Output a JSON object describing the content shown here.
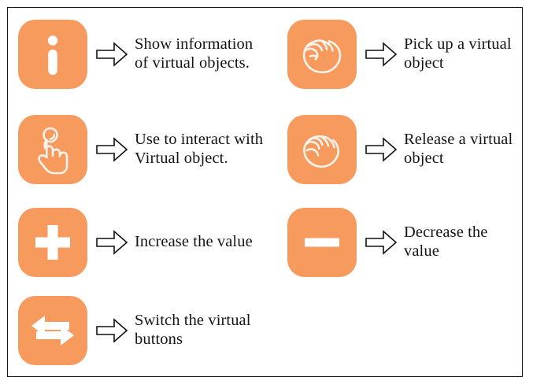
{
  "figure": {
    "kind": "icon-legend",
    "border_color": "#17171a",
    "background": "#ffffff",
    "tile_color": "#f79a5d",
    "glyph_color": "#ffffff",
    "text_color": "#151515",
    "arrow_glyph": "right-block-arrow-outline"
  },
  "entries": [
    {
      "id": "info",
      "icon_name": "information-icon",
      "glyph": "i",
      "arrow": "⇨",
      "caption": "Show information of virtual objects."
    },
    {
      "id": "pickup",
      "icon_name": "grab-hand-icon",
      "glyph": "closed-hand",
      "arrow": "⇨",
      "caption": "Pick up a virtual object"
    },
    {
      "id": "touch",
      "icon_name": "tap-pointing-hand-icon",
      "glyph": "pointing-hand-tap",
      "arrow": "⇨",
      "caption": "Use to interact with Virtual object."
    },
    {
      "id": "release",
      "icon_name": "open-hand-icon",
      "glyph": "open-hand",
      "arrow": "⇨",
      "caption": "Release a virtual object"
    },
    {
      "id": "increase",
      "icon_name": "plus-icon",
      "glyph": "+",
      "arrow": "⇨",
      "caption": "Increase the value"
    },
    {
      "id": "decrease",
      "icon_name": "minus-icon",
      "glyph": "−",
      "arrow": "⇨",
      "caption": "Decrease the value"
    },
    {
      "id": "switch",
      "icon_name": "switch-arrows-icon",
      "glyph": "left-right-arrows",
      "arrow": "⇨",
      "caption": "Switch the virtual buttons"
    }
  ]
}
